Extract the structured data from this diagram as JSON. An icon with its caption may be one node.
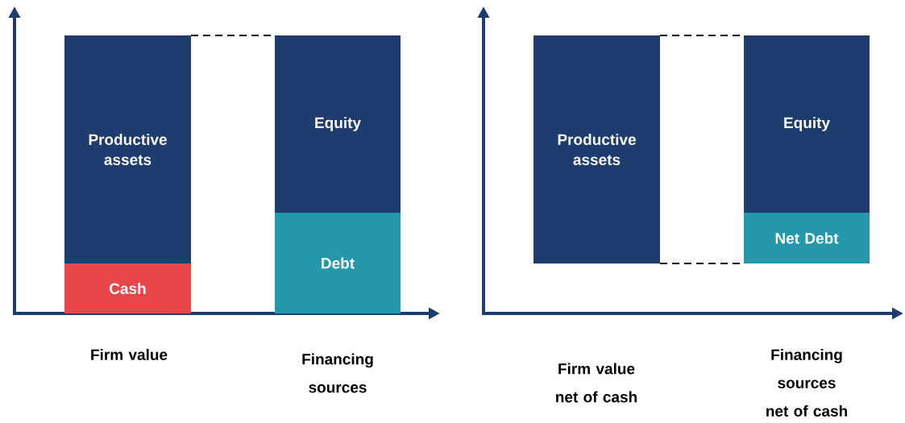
{
  "diagram": {
    "nodes": [
      {
        "text": [
          "Productive assets"
        ]
      },
      {
        "text": [
          "Cash"
        ]
      },
      {
        "text": [
          "Equity"
        ]
      },
      {
        "text": [
          "Debt"
        ]
      },
      {
        "text": [
          "Productive assets"
        ]
      },
      {
        "text": [
          "Equity"
        ]
      },
      {
        "text": [
          "Net Debt"
        ]
      }
    ],
    "edges": [
      {
        "from": 0,
        "to": 2,
        "arrow": "none",
        "style": "dashed"
      },
      {
        "from": 4,
        "to": 5,
        "arrow": "none",
        "style": "dashed"
      },
      {
        "from": 4,
        "to": 6,
        "arrow": "none",
        "style": "dashed"
      }
    ],
    "labels": [
      "Firm value",
      "Financing sources",
      "Firm value net of cash",
      "Financing sources net of cash"
    ]
  }
}
